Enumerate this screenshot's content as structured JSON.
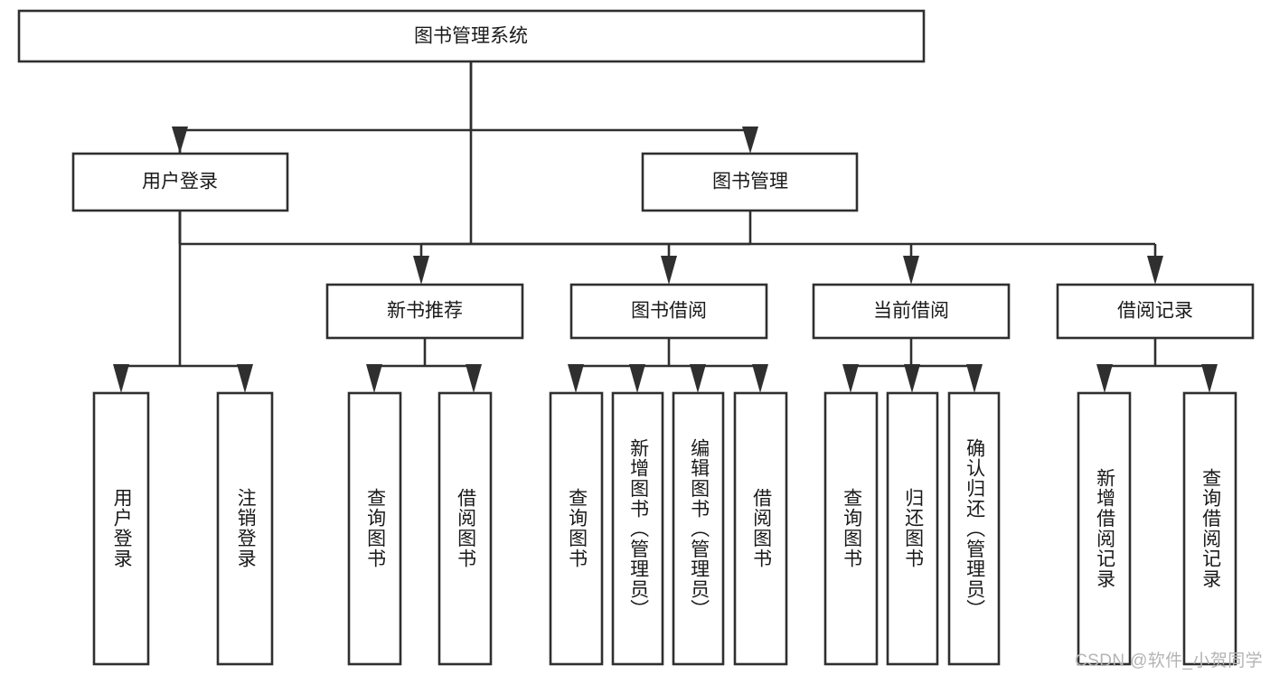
{
  "diagram": {
    "type": "tree-hierarchy",
    "title": "图书管理系统",
    "root": {
      "label": "图书管理系统",
      "orientation": "horizontal"
    },
    "level1": [
      {
        "label": "用户登录",
        "orientation": "horizontal"
      },
      {
        "label": "图书管理",
        "orientation": "horizontal"
      }
    ],
    "level2": [
      {
        "label": "新书推荐",
        "orientation": "horizontal",
        "parent": "图书管理"
      },
      {
        "label": "图书借阅",
        "orientation": "horizontal",
        "parent": "图书管理"
      },
      {
        "label": "当前借阅",
        "orientation": "horizontal",
        "parent": "图书管理"
      },
      {
        "label": "借阅记录",
        "orientation": "horizontal",
        "parent": "图书管理"
      }
    ],
    "leaves": [
      {
        "label": "用户登录",
        "orientation": "vertical",
        "parent": "用户登录"
      },
      {
        "label": "注销登录",
        "orientation": "vertical",
        "parent": "用户登录"
      },
      {
        "label": "查询图书",
        "orientation": "vertical",
        "parent": "新书推荐"
      },
      {
        "label": "借阅图书",
        "orientation": "vertical",
        "parent": "新书推荐"
      },
      {
        "label": "查询图书",
        "orientation": "vertical",
        "parent": "图书借阅"
      },
      {
        "label": "新增图书（管理员）",
        "orientation": "vertical",
        "parent": "图书借阅"
      },
      {
        "label": "编辑图书（管理员）",
        "orientation": "vertical",
        "parent": "图书借阅"
      },
      {
        "label": "借阅图书",
        "orientation": "vertical",
        "parent": "图书借阅"
      },
      {
        "label": "查询图书",
        "orientation": "vertical",
        "parent": "当前借阅"
      },
      {
        "label": "归还图书",
        "orientation": "vertical",
        "parent": "当前借阅"
      },
      {
        "label": "确认归还（管理员）",
        "orientation": "vertical",
        "parent": "当前借阅"
      },
      {
        "label": "新增借阅记录",
        "orientation": "vertical",
        "parent": "借阅记录"
      },
      {
        "label": "查询借阅记录",
        "orientation": "vertical",
        "parent": "借阅记录"
      }
    ],
    "colors": {
      "box_fill": "#ffffff",
      "box_stroke": "#2f2f2f",
      "text": "#1a1a1a",
      "connector": "#2f2f2f",
      "background": "#ffffff",
      "watermark": "#b4b4b4"
    }
  },
  "watermark": {
    "text": "CSDN @软件_小贺同学"
  }
}
